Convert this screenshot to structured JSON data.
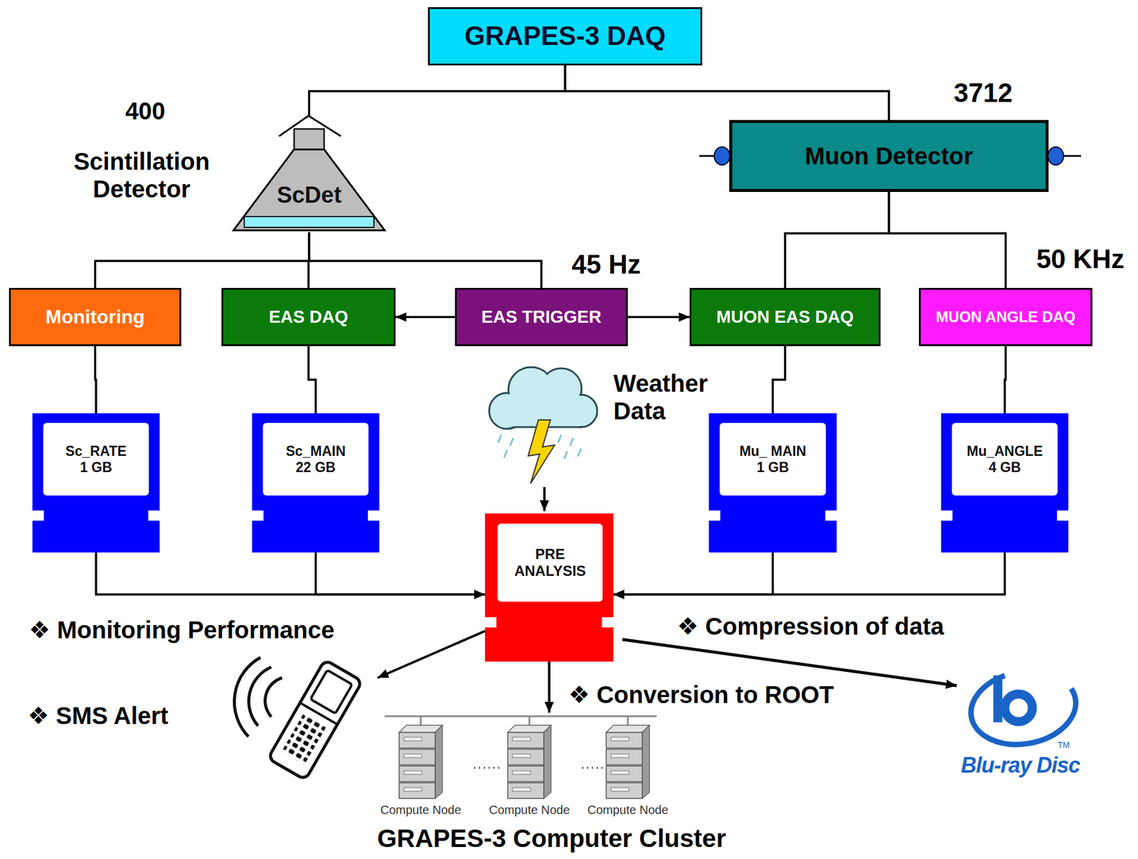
{
  "diagram": {
    "nodes": [
      {
        "text": [
          "GRAPES-3 DAQ"
        ]
      },
      {
        "text": [
          "ScDet"
        ]
      },
      {
        "text": [
          "Muon Detector"
        ]
      },
      {
        "text": [
          "Monitoring"
        ]
      },
      {
        "text": [
          "EAS DAQ"
        ]
      },
      {
        "text": [
          "EAS TRIGGER"
        ]
      },
      {
        "text": [
          "MUON EAS DAQ"
        ]
      },
      {
        "text": [
          "MUON ANGLE DAQ"
        ]
      },
      {
        "text": [
          "Sc_RATE",
          "1 GB"
        ]
      },
      {
        "text": [
          "Sc_MAIN",
          "22 GB"
        ]
      },
      {
        "text": [
          "Mu_ MAIN",
          "1 GB"
        ]
      },
      {
        "text": [
          "Mu_ANGLE",
          "4 GB"
        ]
      },
      {
        "text": [
          "PRE ANALYSIS"
        ]
      }
    ],
    "edges": [
      {
        "from": 0,
        "to": 1,
        "arrow": "none"
      },
      {
        "from": 0,
        "to": 2,
        "arrow": "none"
      },
      {
        "from": 1,
        "to": 3,
        "arrow": "none"
      },
      {
        "from": 1,
        "to": 4,
        "arrow": "none"
      },
      {
        "from": 1,
        "to": 5,
        "arrow": "none"
      },
      {
        "from": 5,
        "to": 4,
        "arrow": "to"
      },
      {
        "from": 5,
        "to": 6,
        "arrow": "to"
      },
      {
        "from": 2,
        "to": 6,
        "arrow": "none"
      },
      {
        "from": 2,
        "to": 7,
        "arrow": "none"
      },
      {
        "from": 3,
        "to": 8,
        "arrow": "none"
      },
      {
        "from": 4,
        "to": 9,
        "arrow": "none"
      },
      {
        "from": 6,
        "to": 10,
        "arrow": "none"
      },
      {
        "from": 7,
        "to": 11,
        "arrow": "none"
      },
      {
        "from": 8,
        "to": 12,
        "arrow": "to"
      },
      {
        "from": 9,
        "to": 12,
        "arrow": "to"
      },
      {
        "from": 10,
        "to": 12,
        "arrow": "to"
      },
      {
        "from": 11,
        "to": 12,
        "arrow": "to"
      }
    ],
    "labels": [
      "400",
      "Scintillation Detector",
      "3712",
      "45 Hz",
      "50 KHz",
      "Weather Data",
      "❖ Monitoring Performance",
      "❖ SMS Alert",
      "❖ Compression of data",
      "❖ Conversion to ROOT",
      "Compute Node",
      "Compute Node",
      "Compute Node",
      "GRAPES-3 Computer Cluster",
      "Blu-ray Disc",
      "TM"
    ]
  }
}
